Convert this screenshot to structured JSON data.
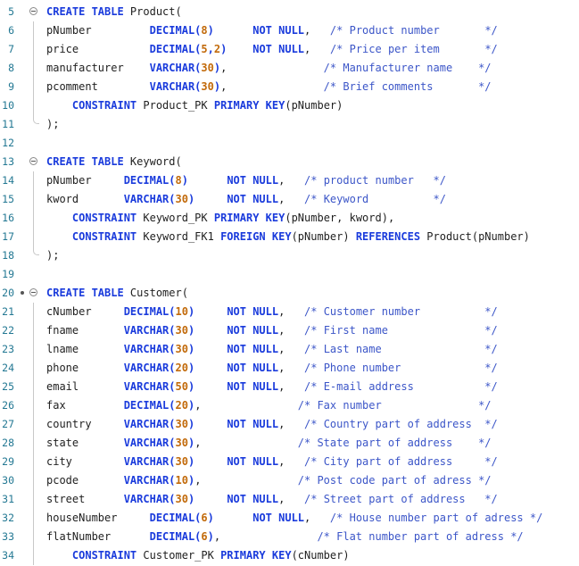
{
  "editor": {
    "colors": {
      "keyword": "#1a3bdc",
      "number": "#c26a0a",
      "comment": "#3c56c8",
      "line_number": "#237893",
      "text": "#1f1f1f"
    },
    "lines": [
      {
        "n": "5",
        "fold": "open",
        "tokens": [
          [
            "k",
            "CREATE TABLE"
          ],
          [
            "p",
            " Product("
          ]
        ]
      },
      {
        "n": "6",
        "fold": "line",
        "tokens": [
          [
            "p",
            "pNumber         "
          ],
          [
            "t",
            "DECIMAL("
          ],
          [
            "n",
            "8"
          ],
          [
            "t",
            ")"
          ],
          [
            "p",
            "      "
          ],
          [
            "k",
            "NOT NULL"
          ],
          [
            "p",
            ",   "
          ],
          [
            "c",
            "/* Product number       */"
          ]
        ]
      },
      {
        "n": "7",
        "fold": "line",
        "tokens": [
          [
            "p",
            "price           "
          ],
          [
            "t",
            "DECIMAL("
          ],
          [
            "n",
            "5"
          ],
          [
            "t",
            ","
          ],
          [
            "n",
            "2"
          ],
          [
            "t",
            ")"
          ],
          [
            "p",
            "    "
          ],
          [
            "k",
            "NOT NULL"
          ],
          [
            "p",
            ",   "
          ],
          [
            "c",
            "/* Price per item       */"
          ]
        ]
      },
      {
        "n": "8",
        "fold": "line",
        "tokens": [
          [
            "p",
            "manufacturer    "
          ],
          [
            "t",
            "VARCHAR("
          ],
          [
            "n",
            "30"
          ],
          [
            "t",
            ")"
          ],
          [
            "p",
            ",               "
          ],
          [
            "c",
            "/* Manufacturer name    */"
          ]
        ]
      },
      {
        "n": "9",
        "fold": "line",
        "tokens": [
          [
            "p",
            "pcomment        "
          ],
          [
            "t",
            "VARCHAR("
          ],
          [
            "n",
            "30"
          ],
          [
            "t",
            ")"
          ],
          [
            "p",
            ",               "
          ],
          [
            "c",
            "/* Brief comments       */"
          ]
        ]
      },
      {
        "n": "10",
        "fold": "line",
        "tokens": [
          [
            "p",
            "    "
          ],
          [
            "k",
            "CONSTRAINT"
          ],
          [
            "p",
            " Product_PK "
          ],
          [
            "k",
            "PRIMARY KEY"
          ],
          [
            "p",
            "(pNumber)"
          ]
        ]
      },
      {
        "n": "11",
        "fold": "end",
        "tokens": [
          [
            "p",
            ");"
          ]
        ]
      },
      {
        "n": "12",
        "fold": "none",
        "tokens": []
      },
      {
        "n": "13",
        "fold": "open",
        "tokens": [
          [
            "k",
            "CREATE TABLE"
          ],
          [
            "p",
            " Keyword("
          ]
        ]
      },
      {
        "n": "14",
        "fold": "line",
        "tokens": [
          [
            "p",
            "pNumber     "
          ],
          [
            "t",
            "DECIMAL("
          ],
          [
            "n",
            "8"
          ],
          [
            "t",
            ")"
          ],
          [
            "p",
            "      "
          ],
          [
            "k",
            "NOT NULL"
          ],
          [
            "p",
            ",   "
          ],
          [
            "c",
            "/* product number   */"
          ]
        ]
      },
      {
        "n": "15",
        "fold": "line",
        "tokens": [
          [
            "p",
            "kword       "
          ],
          [
            "t",
            "VARCHAR("
          ],
          [
            "n",
            "30"
          ],
          [
            "t",
            ")"
          ],
          [
            "p",
            "     "
          ],
          [
            "k",
            "NOT NULL"
          ],
          [
            "p",
            ",   "
          ],
          [
            "c",
            "/* Keyword          */"
          ]
        ]
      },
      {
        "n": "16",
        "fold": "line",
        "tokens": [
          [
            "p",
            "    "
          ],
          [
            "k",
            "CONSTRAINT"
          ],
          [
            "p",
            " Keyword_PK "
          ],
          [
            "k",
            "PRIMARY KEY"
          ],
          [
            "p",
            "(pNumber, kword),"
          ]
        ]
      },
      {
        "n": "17",
        "fold": "line",
        "tokens": [
          [
            "p",
            "    "
          ],
          [
            "k",
            "CONSTRAINT"
          ],
          [
            "p",
            " Keyword_FK1 "
          ],
          [
            "k",
            "FOREIGN KEY"
          ],
          [
            "p",
            "(pNumber) "
          ],
          [
            "k",
            "REFERENCES"
          ],
          [
            "p",
            " Product(pNumber)"
          ]
        ]
      },
      {
        "n": "18",
        "fold": "end",
        "tokens": [
          [
            "p",
            ");"
          ]
        ]
      },
      {
        "n": "19",
        "fold": "none",
        "tokens": []
      },
      {
        "n": "20",
        "fold": "open-dot",
        "tokens": [
          [
            "k",
            "CREATE TABLE"
          ],
          [
            "p",
            " Customer("
          ]
        ]
      },
      {
        "n": "21",
        "fold": "line",
        "tokens": [
          [
            "p",
            "cNumber     "
          ],
          [
            "t",
            "DECIMAL("
          ],
          [
            "n",
            "10"
          ],
          [
            "t",
            ")"
          ],
          [
            "p",
            "     "
          ],
          [
            "k",
            "NOT NULL"
          ],
          [
            "p",
            ",   "
          ],
          [
            "c",
            "/* Customer number          */"
          ]
        ]
      },
      {
        "n": "22",
        "fold": "line",
        "tokens": [
          [
            "p",
            "fname       "
          ],
          [
            "t",
            "VARCHAR("
          ],
          [
            "n",
            "30"
          ],
          [
            "t",
            ")"
          ],
          [
            "p",
            "     "
          ],
          [
            "k",
            "NOT NULL"
          ],
          [
            "p",
            ",   "
          ],
          [
            "c",
            "/* First name               */"
          ]
        ]
      },
      {
        "n": "23",
        "fold": "line",
        "tokens": [
          [
            "p",
            "lname       "
          ],
          [
            "t",
            "VARCHAR("
          ],
          [
            "n",
            "30"
          ],
          [
            "t",
            ")"
          ],
          [
            "p",
            "     "
          ],
          [
            "k",
            "NOT NULL"
          ],
          [
            "p",
            ",   "
          ],
          [
            "c",
            "/* Last name                */"
          ]
        ]
      },
      {
        "n": "24",
        "fold": "line",
        "tokens": [
          [
            "p",
            "phone       "
          ],
          [
            "t",
            "VARCHAR("
          ],
          [
            "n",
            "20"
          ],
          [
            "t",
            ")"
          ],
          [
            "p",
            "     "
          ],
          [
            "k",
            "NOT NULL"
          ],
          [
            "p",
            ",   "
          ],
          [
            "c",
            "/* Phone number             */"
          ]
        ]
      },
      {
        "n": "25",
        "fold": "line",
        "tokens": [
          [
            "p",
            "email       "
          ],
          [
            "t",
            "VARCHAR("
          ],
          [
            "n",
            "50"
          ],
          [
            "t",
            ")"
          ],
          [
            "p",
            "     "
          ],
          [
            "k",
            "NOT NULL"
          ],
          [
            "p",
            ",   "
          ],
          [
            "c",
            "/* E-mail address           */"
          ]
        ]
      },
      {
        "n": "26",
        "fold": "line",
        "tokens": [
          [
            "p",
            "fax         "
          ],
          [
            "t",
            "DECIMAL("
          ],
          [
            "n",
            "20"
          ],
          [
            "t",
            ")"
          ],
          [
            "p",
            ",               "
          ],
          [
            "c",
            "/* Fax number               */"
          ]
        ]
      },
      {
        "n": "27",
        "fold": "line",
        "tokens": [
          [
            "p",
            "country     "
          ],
          [
            "t",
            "VARCHAR("
          ],
          [
            "n",
            "30"
          ],
          [
            "t",
            ")"
          ],
          [
            "p",
            "     "
          ],
          [
            "k",
            "NOT NULL"
          ],
          [
            "p",
            ",   "
          ],
          [
            "c",
            "/* Country part of address  */"
          ]
        ]
      },
      {
        "n": "28",
        "fold": "line",
        "tokens": [
          [
            "p",
            "state       "
          ],
          [
            "t",
            "VARCHAR("
          ],
          [
            "n",
            "30"
          ],
          [
            "t",
            ")"
          ],
          [
            "p",
            ",               "
          ],
          [
            "c",
            "/* State part of address    */"
          ]
        ]
      },
      {
        "n": "29",
        "fold": "line",
        "tokens": [
          [
            "p",
            "city        "
          ],
          [
            "t",
            "VARCHAR("
          ],
          [
            "n",
            "30"
          ],
          [
            "t",
            ")"
          ],
          [
            "p",
            "     "
          ],
          [
            "k",
            "NOT NULL"
          ],
          [
            "p",
            ",   "
          ],
          [
            "c",
            "/* City part of address     */"
          ]
        ]
      },
      {
        "n": "30",
        "fold": "line",
        "tokens": [
          [
            "p",
            "pcode       "
          ],
          [
            "t",
            "VARCHAR("
          ],
          [
            "n",
            "10"
          ],
          [
            "t",
            ")"
          ],
          [
            "p",
            ",               "
          ],
          [
            "c",
            "/* Post code part of adress */"
          ]
        ]
      },
      {
        "n": "31",
        "fold": "line",
        "tokens": [
          [
            "p",
            "street      "
          ],
          [
            "t",
            "VARCHAR("
          ],
          [
            "n",
            "30"
          ],
          [
            "t",
            ")"
          ],
          [
            "p",
            "     "
          ],
          [
            "k",
            "NOT NULL"
          ],
          [
            "p",
            ",   "
          ],
          [
            "c",
            "/* Street part of address   */"
          ]
        ]
      },
      {
        "n": "32",
        "fold": "line",
        "tokens": [
          [
            "p",
            "houseNumber     "
          ],
          [
            "t",
            "DECIMAL("
          ],
          [
            "n",
            "6"
          ],
          [
            "t",
            ")"
          ],
          [
            "p",
            "      "
          ],
          [
            "k",
            "NOT NULL"
          ],
          [
            "p",
            ",   "
          ],
          [
            "c",
            "/* House number part of adress */"
          ]
        ]
      },
      {
        "n": "33",
        "fold": "line",
        "tokens": [
          [
            "p",
            "flatNumber      "
          ],
          [
            "t",
            "DECIMAL("
          ],
          [
            "n",
            "6"
          ],
          [
            "t",
            ")"
          ],
          [
            "p",
            ",               "
          ],
          [
            "c",
            "/* Flat number part of adress */"
          ]
        ]
      },
      {
        "n": "34",
        "fold": "line",
        "tokens": [
          [
            "p",
            "    "
          ],
          [
            "k",
            "CONSTRAINT"
          ],
          [
            "p",
            " Customer_PK "
          ],
          [
            "k",
            "PRIMARY KEY"
          ],
          [
            "p",
            "(cNumber)"
          ]
        ]
      }
    ]
  }
}
